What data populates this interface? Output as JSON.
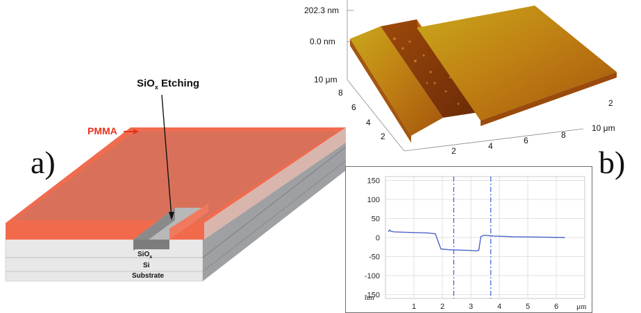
{
  "panel_a": {
    "letter": "a)",
    "label_etching": "SiO",
    "label_etching_sub": "x",
    "label_etching_rest": " Etching",
    "label_pmma": "PMMA",
    "label_sio": "SiO",
    "label_sio_sub": "x",
    "label_si": "Si",
    "label_substrate": "Substrate",
    "colors": {
      "pmma": "#f05a3c",
      "arrow_pmma": "#e8311a"
    }
  },
  "panel_b": {
    "letter": "b)",
    "afm": {
      "z_top": "202.3 nm",
      "z_zero": "0.0 nm",
      "y_ticks": [
        "10 μm",
        "8",
        "6",
        "4",
        "2"
      ],
      "x_ticks": [
        "2",
        "4",
        "6",
        "8"
      ],
      "x_end": "10 μm",
      "r_ticks": [
        "2",
        "10 μm"
      ]
    },
    "profile": {
      "y_ticks": [
        "150",
        "100",
        "50",
        "0",
        "-50",
        "-100",
        "-150"
      ],
      "y_unit": "nm",
      "x_ticks": [
        "1",
        "2",
        "3",
        "4",
        "5",
        "6"
      ],
      "x_unit": "μm",
      "line_color": "#4a63c8"
    }
  },
  "chart_data": {
    "type": "line",
    "title": "",
    "xlabel": "μm",
    "ylabel": "nm",
    "xlim": [
      0,
      7
    ],
    "ylim": [
      -160,
      160
    ],
    "x": [
      0.1,
      0.15,
      0.2,
      0.3,
      0.6,
      1.0,
      1.5,
      1.75,
      1.85,
      1.95,
      2.2,
      2.6,
      3.0,
      3.2,
      3.28,
      3.35,
      3.45,
      3.8,
      4.5,
      5.5,
      6.3
    ],
    "series": [
      {
        "values": [
          15,
          20,
          16,
          15,
          14,
          13,
          12,
          10,
          -10,
          -30,
          -32,
          -33,
          -34,
          -35,
          -33,
          2,
          6,
          4,
          2,
          1,
          0
        ]
      }
    ],
    "cursors_x": [
      2.4,
      3.7
    ],
    "grid": true
  }
}
